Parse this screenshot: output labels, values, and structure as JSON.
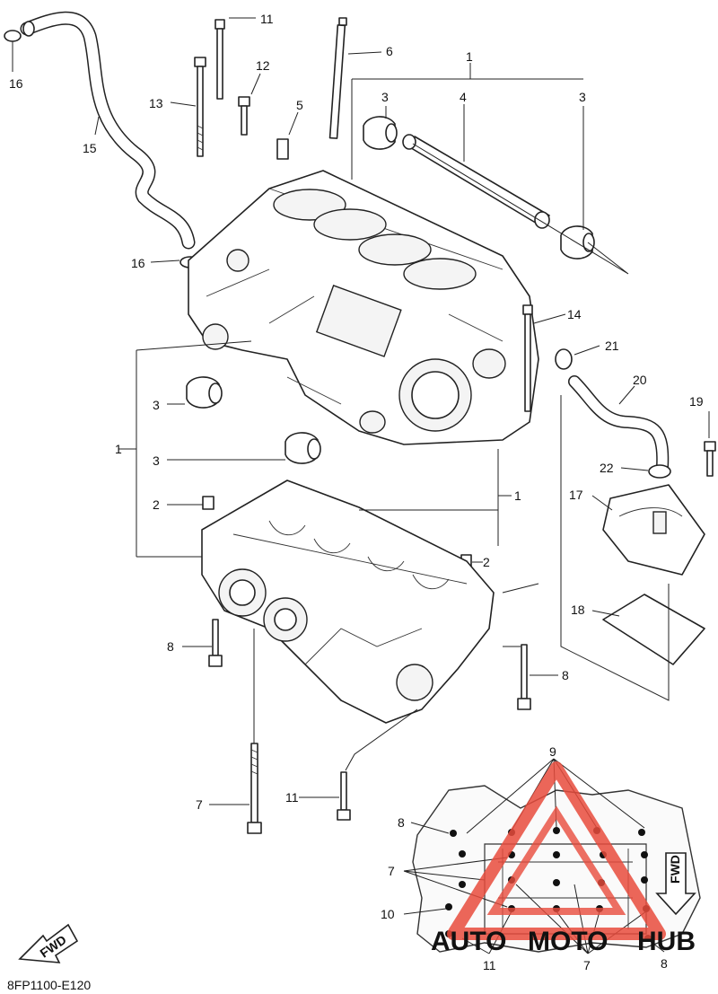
{
  "labels": {
    "l1a": "1",
    "l1b": "1",
    "l1c": "1",
    "l2a": "2",
    "l2b": "2",
    "l3a": "3",
    "l3b": "3",
    "l3c": "3",
    "l3d": "3",
    "l4": "4",
    "l5": "5",
    "l6": "6",
    "l7a": "7",
    "l7b": "7",
    "l7c": "7",
    "l8a": "8",
    "l8b": "8",
    "l8c": "8",
    "l8d": "8",
    "l9": "9",
    "l10": "10",
    "l11a": "11",
    "l11b": "11",
    "l11c": "11",
    "l12": "12",
    "l13": "13",
    "l14": "14",
    "l15": "15",
    "l16a": "16",
    "l16b": "16",
    "l17": "17",
    "l18": "18",
    "l19": "19",
    "l20": "20",
    "l21": "21",
    "l22": "22"
  },
  "fwd_text": "FWD",
  "diagram_code": "8FP1100-E120",
  "watermark": {
    "brand_left": "AUTO",
    "brand_mid": "MOTO",
    "brand_right": "HUB"
  },
  "colors": {
    "line": "#222222",
    "accent": "#e84b3c",
    "watermark_gray": "#9a9a9a"
  }
}
